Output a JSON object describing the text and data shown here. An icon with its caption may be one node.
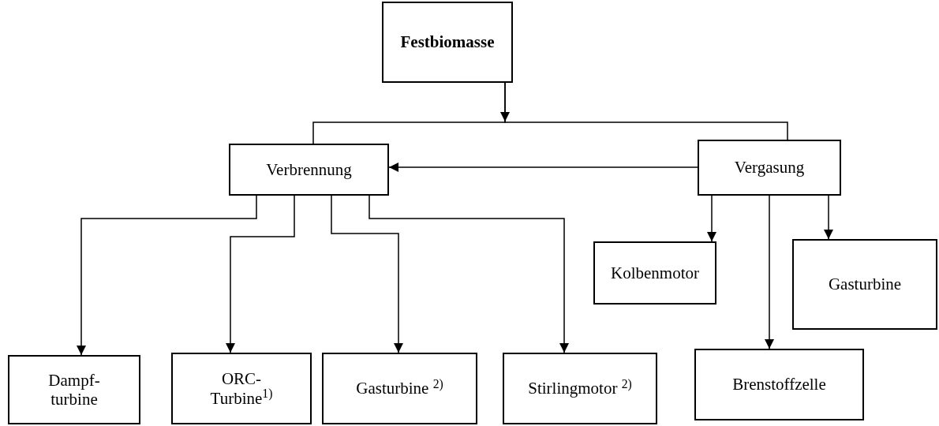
{
  "diagram": {
    "nodes": [
      {
        "text": [
          "Festbiomasse"
        ]
      },
      {
        "text": [
          "Verbrennung"
        ]
      },
      {
        "text": [
          "Vergasung"
        ]
      },
      {
        "text": [
          "Kolbenmotor"
        ]
      },
      {
        "text": [
          "Gasturbine"
        ]
      },
      {
        "text": [
          "Brenstoffzelle"
        ]
      },
      {
        "text": [
          "Dampf- turbine"
        ]
      },
      {
        "text": [
          "ORC- Turbine$^{1)}$"
        ]
      },
      {
        "text": [
          "Gasturbine $^{2)}$"
        ]
      },
      {
        "text": [
          "Stirlingmotor $^{2)}$"
        ]
      }
    ],
    "edges": [
      {
        "from": 0,
        "to": 1,
        "arrow": "to"
      },
      {
        "from": 0,
        "to": 2,
        "arrow": "to"
      },
      {
        "from": 2,
        "to": 1,
        "arrow": "to"
      },
      {
        "from": 1,
        "to": 6,
        "arrow": "to"
      },
      {
        "from": 1,
        "to": 7,
        "arrow": "to"
      },
      {
        "from": 1,
        "to": 8,
        "arrow": "to"
      },
      {
        "from": 1,
        "to": 9,
        "arrow": "to"
      },
      {
        "from": 2,
        "to": 3,
        "arrow": "to"
      },
      {
        "from": 2,
        "to": 5,
        "arrow": "to"
      },
      {
        "from": 2,
        "to": 4,
        "arrow": "to"
      }
    ]
  }
}
